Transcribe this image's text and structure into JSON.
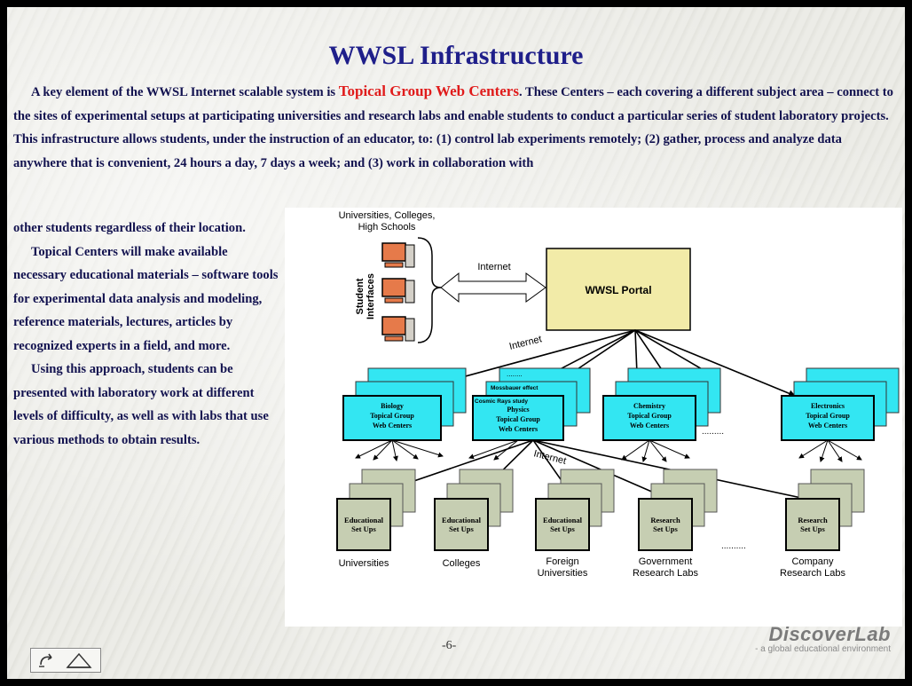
{
  "slide": {
    "title": "WWSL Infrastructure",
    "intro": {
      "part1": "A key element of the WWSL Internet scalable system is ",
      "highlight": "Topical Group Web Centers",
      "part2": ". These Centers – each covering a different subject area – connect to the sites of experimental setups at participating universities and research labs and enable students to conduct a particular series of student laboratory projects. This infrastructure allows students, under the instruction of an educator, to: (1) control lab experiments remotely; (2) gather, process and analyze data anywhere that is convenient, 24 hours a day, 7 days a week; and (3) work in collaboration with"
    },
    "side_text": {
      "line1": "other students regardless of their location.",
      "para2": "Topical Centers will make available necessary educational materials – software tools for experimental data analysis and modeling, reference materials, lectures, articles by recognized experts in a field, and more.",
      "para3": "Using this approach, students can be presented with laboratory work at different levels of difficulty, as well as with labs that use various methods to obtain results."
    },
    "page_number": "-6-"
  },
  "diagram": {
    "users_label_1": "Universities, Colleges,",
    "users_label_2": "High Schools",
    "student_interfaces_1": "Student",
    "student_interfaces_2": "Interfaces",
    "internet_top": "Internet",
    "portal": "WWSL Portal",
    "internet_mid": "Internet",
    "internet_low": "Internet",
    "mossbauer": "Mossbauer effect",
    "cosmic": "Cosmic Rays study",
    "topical_suffix_1": "Topical Group",
    "topical_suffix_2": "Web Centers",
    "centers": [
      {
        "name": "Biology"
      },
      {
        "name": "Physics"
      },
      {
        "name": "Chemistry"
      },
      {
        "name": "Electronics"
      }
    ],
    "setups": [
      {
        "line1": "Educational",
        "line2": "Set Ups",
        "caption1": "Universities",
        "caption2": ""
      },
      {
        "line1": "Educational",
        "line2": "Set Ups",
        "caption1": "Colleges",
        "caption2": ""
      },
      {
        "line1": "Educational",
        "line2": "Set Ups",
        "caption1": "Foreign",
        "caption2": "Universities"
      },
      {
        "line1": "Research",
        "line2": "Set Ups",
        "caption1": "Government",
        "caption2": "Research Labs"
      },
      {
        "line1": "Research",
        "line2": "Set Ups",
        "caption1": "Company",
        "caption2": "Research Labs"
      }
    ]
  },
  "logo": {
    "brand": "DiscoverLab",
    "tagline": "- a global educational environment"
  },
  "colors": {
    "title": "#1f1f8a",
    "highlight": "#e01b1b",
    "center_fill": "#33e6f2",
    "setup_fill": "#c6ceb2",
    "portal_fill": "#f2eba8"
  }
}
